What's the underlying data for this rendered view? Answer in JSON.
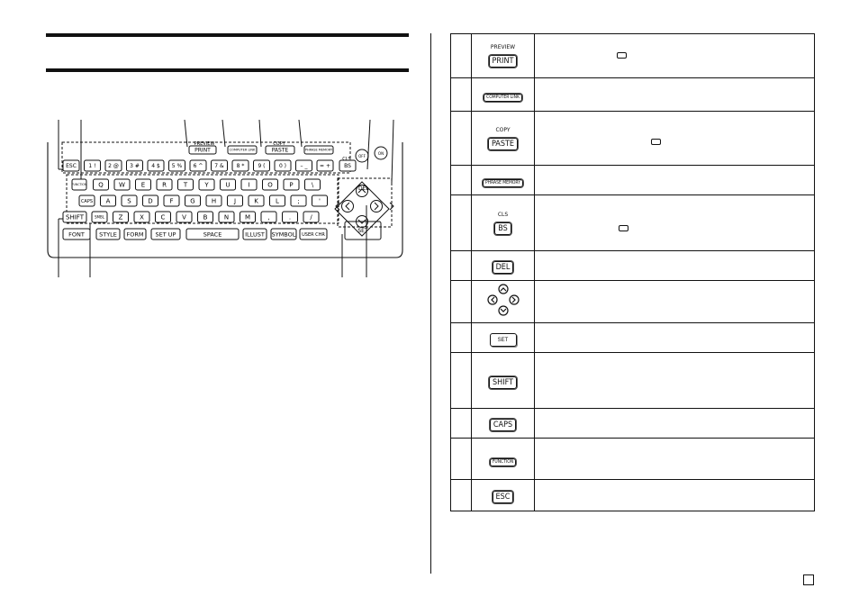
{
  "keyboard": {
    "over_labels": {
      "print": "PREVIEW",
      "paste": "COPY",
      "bs": "CLS"
    },
    "right_keys": {
      "off": "OFF",
      "on": "ON",
      "del": "DEL",
      "set": "SET"
    },
    "row1": [
      "ESC",
      "1 !",
      "2 @",
      "3 #",
      "4 $",
      "5 %",
      "6 ^",
      "7 &",
      "8 *",
      "9 (",
      "0 )",
      "– _",
      "= +",
      "BS"
    ],
    "row0": [
      "PRINT",
      "COMPUTER LINK",
      "PASTE",
      "PHRASE MEMORY"
    ],
    "row2": [
      "FUNCTION",
      "Q",
      "W",
      "E",
      "R",
      "T",
      "Y",
      "U",
      "I",
      "O",
      "P",
      "\\"
    ],
    "row3": [
      "CAPS",
      "A",
      "S",
      "D",
      "F",
      "G",
      "H",
      "J",
      "K",
      "L",
      ";",
      "'"
    ],
    "row4": [
      "SHIFT",
      "SMBL",
      "Z",
      "X",
      "C",
      "V",
      "B",
      "N",
      "M",
      ",",
      ".",
      "/"
    ],
    "row5": [
      "FONT",
      "STYLE",
      "FORM",
      "SET UP",
      "SPACE",
      "ILLUST",
      "SYMBOL",
      "USER CHR"
    ]
  },
  "table": {
    "rows": [
      {
        "over": "PREVIEW",
        "key": "PRINT",
        "mini": "FUNCTION"
      },
      {
        "over": "",
        "key": "COMPUTER LINK",
        "mini": ""
      },
      {
        "over": "COPY",
        "key": "PASTE",
        "mini": "FUNCTION"
      },
      {
        "over": "",
        "key": "PHRASE MEMORY",
        "mini": ""
      },
      {
        "over": "CLS",
        "key": "BS",
        "mini": "FUNCTION"
      },
      {
        "over": "",
        "key": "DEL",
        "mini": ""
      },
      {
        "over": "",
        "key": "",
        "mini": ""
      },
      {
        "over": "",
        "key": "SET",
        "mini": ""
      },
      {
        "over": "",
        "key": "SHIFT",
        "mini": ""
      },
      {
        "over": "",
        "key": "CAPS",
        "mini": ""
      },
      {
        "over": "",
        "key": "FUNCTION",
        "mini": ""
      },
      {
        "over": "",
        "key": "ESC",
        "mini": ""
      }
    ]
  }
}
